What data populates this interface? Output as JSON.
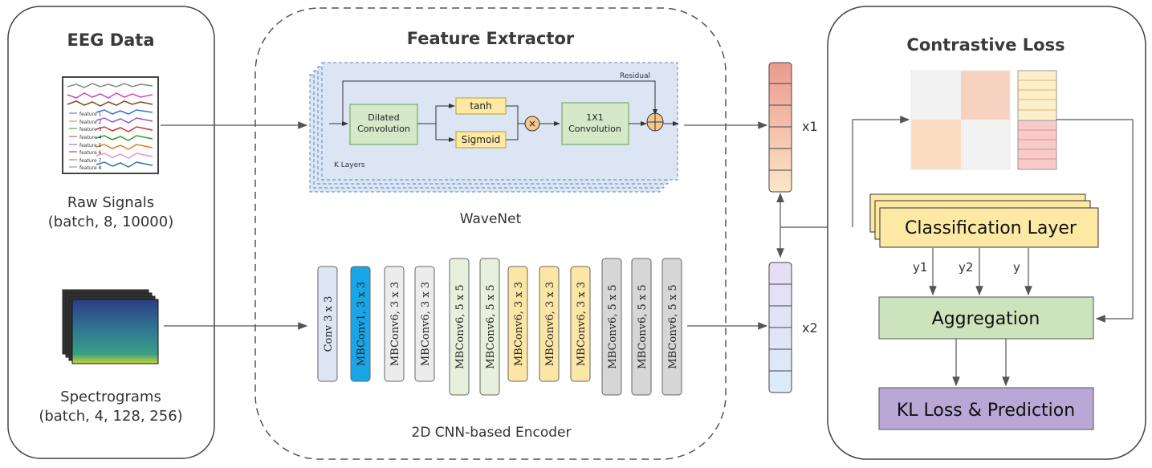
{
  "panels": {
    "eeg": {
      "title": "EEG Data"
    },
    "feature": {
      "title": "Feature Extractor"
    },
    "contrastive": {
      "title": "Contrastive Loss"
    }
  },
  "eeg": {
    "raw_label_1": "Raw Signals",
    "raw_label_2": "(batch, 8, 10000)",
    "spec_label_1": "Spectrograms",
    "spec_label_2": "(batch, 4, 128, 256)",
    "features": [
      "feature 1",
      "feature 2",
      "feature 3",
      "feature 4",
      "feature 5",
      "feature 6",
      "feature 7",
      "feature 8"
    ]
  },
  "wavenet": {
    "residual": "Residual",
    "dilated_1": "Dilated",
    "dilated_2": "Convolution",
    "tanh": "tanh",
    "sigmoid": "Sigmoid",
    "multiply": "×",
    "conv1x1_1": "1X1",
    "conv1x1_2": "Convolution",
    "add": "+",
    "k_layers": "K Layers",
    "caption": "WaveNet"
  },
  "cnn": {
    "layers": [
      {
        "label": "Conv 3 x 3",
        "color": "#dce6f4"
      },
      {
        "label": "MBConv1, 3 x 3",
        "color": "#19a6e6"
      },
      {
        "label": "MBConv6, 3 x 3",
        "color": "#ececec"
      },
      {
        "label": "MBConv6, 3 x 3",
        "color": "#ececec"
      },
      {
        "label": "MBConv6, 5 x 5",
        "color": "#e6f0dc"
      },
      {
        "label": "MBConv6, 5 x 5",
        "color": "#e6f0dc"
      },
      {
        "label": "MBConv6, 3 x 3",
        "color": "#fbe6a6"
      },
      {
        "label": "MBConv6, 3 x 3",
        "color": "#fbe6a6"
      },
      {
        "label": "MBConv6, 3 x 3",
        "color": "#fbe6a6"
      },
      {
        "label": "MBConv6, 5 x 5",
        "color": "#d6d6d6"
      },
      {
        "label": "MBConv6, 5 x 5",
        "color": "#d6d6d6"
      },
      {
        "label": "MBConv6, 5 x 5",
        "color": "#d6d6d6"
      }
    ],
    "caption": "2D CNN-based Encoder"
  },
  "outputs": {
    "x1": "x1",
    "x2": "x2"
  },
  "contrastive": {
    "classification": "Classification Layer",
    "y1": "y1",
    "y2": "y2",
    "y": "y",
    "aggregation": "Aggregation",
    "kl": "KL Loss & Prediction"
  },
  "colors": {
    "wavenet_bg": "#dbe5f4",
    "green_box": "#d5e8c7",
    "yellow_box": "#fde9a3",
    "classification": "#fde9a3",
    "aggregation": "#cce3bd",
    "kl": "#b9a8d6"
  }
}
